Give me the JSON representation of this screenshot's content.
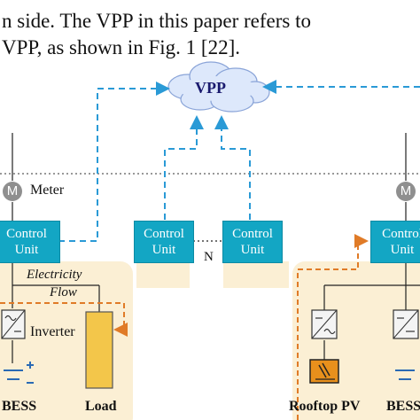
{
  "paper_text": {
    "line1": "n side. The VPP in this paper refers to",
    "line2": "VPP, as shown in Fig. 1 [22]."
  },
  "diagram": {
    "cloud_label": "VPP",
    "meter_symbol": "M",
    "meter_label": "Meter",
    "control_unit": "Control\nUnit",
    "control_unit_left": "Control\nUnit",
    "control_unit_mid1": "Control\nUnit",
    "control_unit_mid2": "Control\nUnit",
    "control_unit_right": "Control\nUnit",
    "network_label": "N",
    "electricity_flow_line1": "Electricity",
    "electricity_flow_line2": "Flow",
    "inverter_label": "Inverter",
    "bess_label": "BESS",
    "load_label": "Load",
    "rooftop_pv_label": "Rooftop PV",
    "bess_right_label": "BESS",
    "colors": {
      "control_unit": "#13a6c4",
      "comm_line": "#2a9ad6",
      "power_line": "#e07b27",
      "house_bg": "#fbefd4",
      "load": "#f3c64a"
    }
  }
}
